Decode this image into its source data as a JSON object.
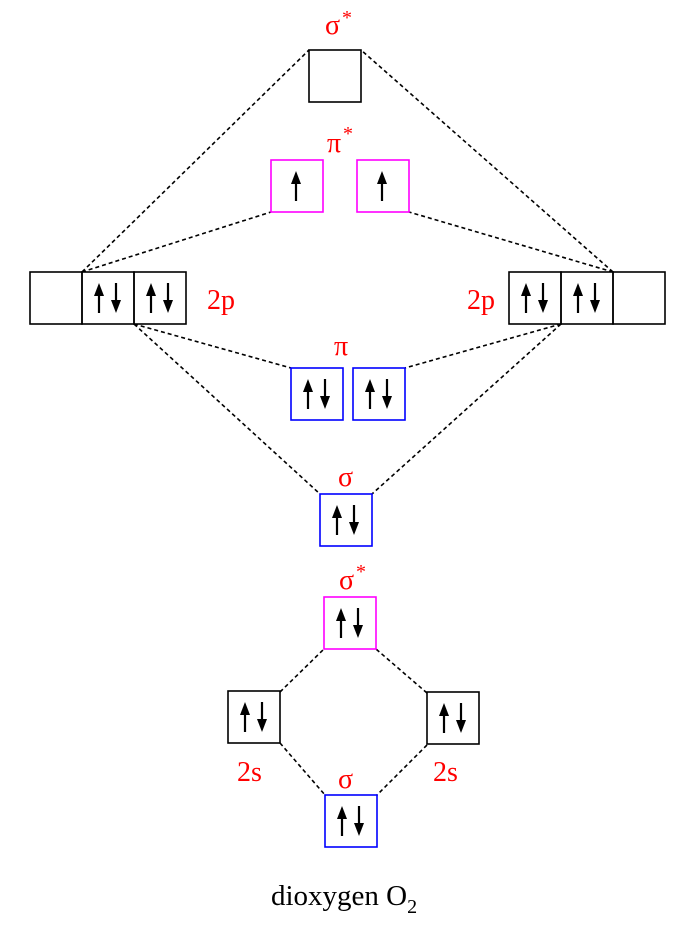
{
  "colors": {
    "label": "#ff0000",
    "antibonding": "#ff00ff",
    "bonding": "#0000ff",
    "atomic": "#000000"
  },
  "labels": {
    "sigma_star_2p": "σ",
    "pi_star": "π",
    "star": "*",
    "pi": "π",
    "sigma_2p": "σ",
    "sigma_star_2s": "σ",
    "sigma_2s": "σ",
    "left_2p": "2p",
    "right_2p": "2p",
    "left_2s": "2s",
    "right_2s": "2s"
  },
  "caption": {
    "text": "dioxygen O",
    "subscript": "2"
  },
  "orbitals": {
    "sigma_star_2p": {
      "type": "atomic",
      "electrons": [
        "empty"
      ]
    },
    "pi_star": {
      "type": "antibonding",
      "electrons": [
        "up",
        "up"
      ]
    },
    "left_2p": {
      "type": "atomic",
      "electrons": [
        "empty",
        "pair",
        "pair"
      ]
    },
    "right_2p": {
      "type": "atomic",
      "electrons": [
        "pair",
        "pair",
        "empty"
      ]
    },
    "pi": {
      "type": "bonding",
      "electrons": [
        "pair",
        "pair"
      ]
    },
    "sigma_2p": {
      "type": "bonding",
      "electrons": [
        "pair"
      ]
    },
    "sigma_star_2s": {
      "type": "antibonding",
      "electrons": [
        "pair"
      ]
    },
    "left_2s": {
      "type": "atomic",
      "electrons": [
        "pair"
      ]
    },
    "right_2s": {
      "type": "atomic",
      "electrons": [
        "pair"
      ]
    },
    "sigma_2s": {
      "type": "bonding",
      "electrons": [
        "pair"
      ]
    }
  }
}
